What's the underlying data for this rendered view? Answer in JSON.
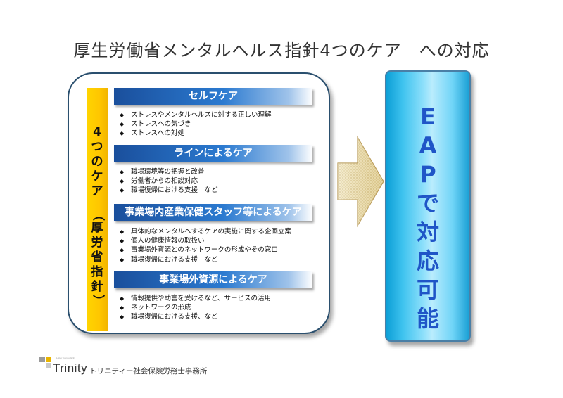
{
  "title": "厚生労働省メンタルヘルス指針4つのケア　への対応",
  "left_label": {
    "top_chars": [
      "4",
      "つ",
      "の",
      "ケ",
      "ア"
    ],
    "open_paren": "（",
    "mid_chars": [
      "厚",
      "労",
      "省",
      "指",
      "針"
    ],
    "close_paren": "）"
  },
  "sections": [
    {
      "header": "セルフケア",
      "items": [
        "ストレスやメンタルヘルスに対する正しい理解",
        "ストレスへの気づき",
        "ストレスへの対処"
      ]
    },
    {
      "header": "ラインによるケア",
      "items": [
        "職場環境等の把握と改善",
        "労働者からの相談対応",
        "職場復帰における支援　など"
      ]
    },
    {
      "header": "事業場内産業保健スタッフ等によるケア",
      "items": [
        "具体的なメンタルへするケアの実施に関する企画立案",
        "個人の健康情報の取扱い",
        "事業場外資源とのネットワークの形成やその窓口",
        "職場復帰における支援　など"
      ]
    },
    {
      "header": "事業場外資源によるケア",
      "items": [
        "情報提供や助言を受けるなど、サービスの活用",
        "ネットワークの形成",
        "職場復帰における支援、など"
      ]
    }
  ],
  "bullet_marker": "◆",
  "eap_chars": [
    "E",
    "A",
    "P",
    "で",
    "対",
    "応",
    "可",
    "能"
  ],
  "logo": {
    "tagline": "Labor Consultant",
    "word": "Trinity",
    "company": "トリニティー社会保険労務士事務所"
  },
  "colors": {
    "section_header": "#1a4f9c",
    "label_bar": "#ffc600",
    "eap_box": "#3fc3ef",
    "eap_text": "#1f55c7",
    "arrow": "#e8d9a8"
  }
}
